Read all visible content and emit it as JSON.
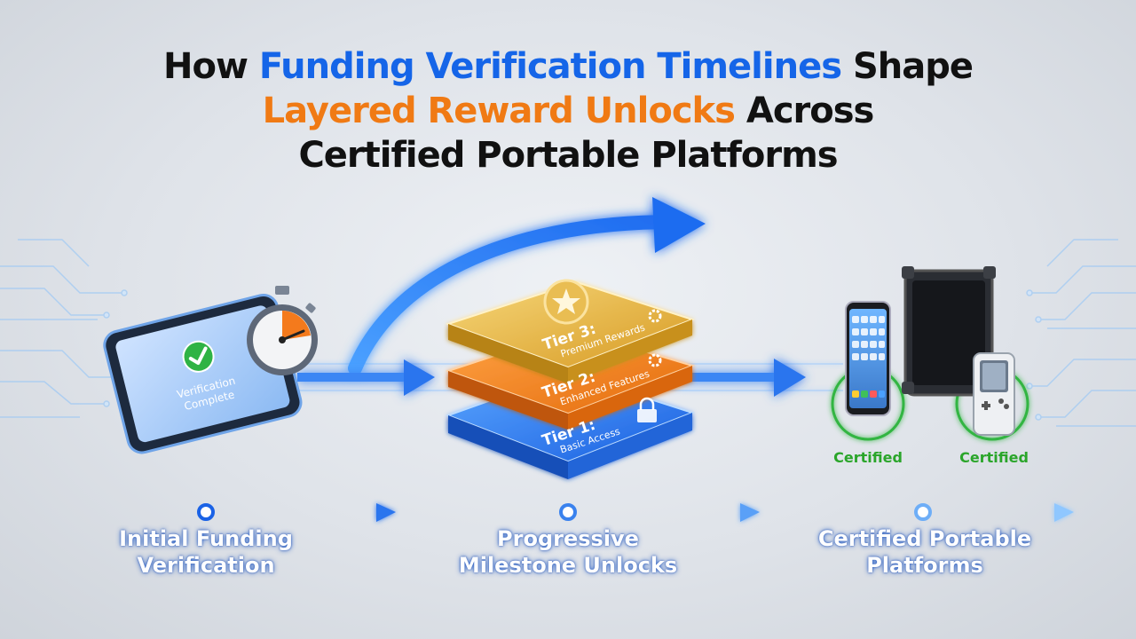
{
  "title": {
    "part1": "How ",
    "part2": "Funding Verification Timelines",
    "part3": " Shape",
    "part4": "Layered Reward Unlocks",
    "part5": " Across",
    "part6": "Certified Portable Platforms"
  },
  "tablet_screen": {
    "line1": "Verification",
    "line2": "Complete"
  },
  "tiers": [
    {
      "name": "Tier 3:",
      "desc": "Premium Rewards"
    },
    {
      "name": "Tier 2:",
      "desc": "Enhanced Features"
    },
    {
      "name": "Tier 1:",
      "desc": "Basic Access"
    }
  ],
  "badges": {
    "left": "Certified",
    "right": "Certified"
  },
  "timeline": {
    "labels": [
      {
        "line1": "Initial Funding",
        "line2": "Verification"
      },
      {
        "line1": "Progressive",
        "line2": "Milestone Unlocks"
      },
      {
        "line1": "Certified Portable",
        "line2": "Platforms"
      }
    ]
  },
  "colors": {
    "blue": "#1565e8",
    "orange": "#f07a14",
    "gold": "#e3b23c",
    "green": "#2aa52a"
  }
}
